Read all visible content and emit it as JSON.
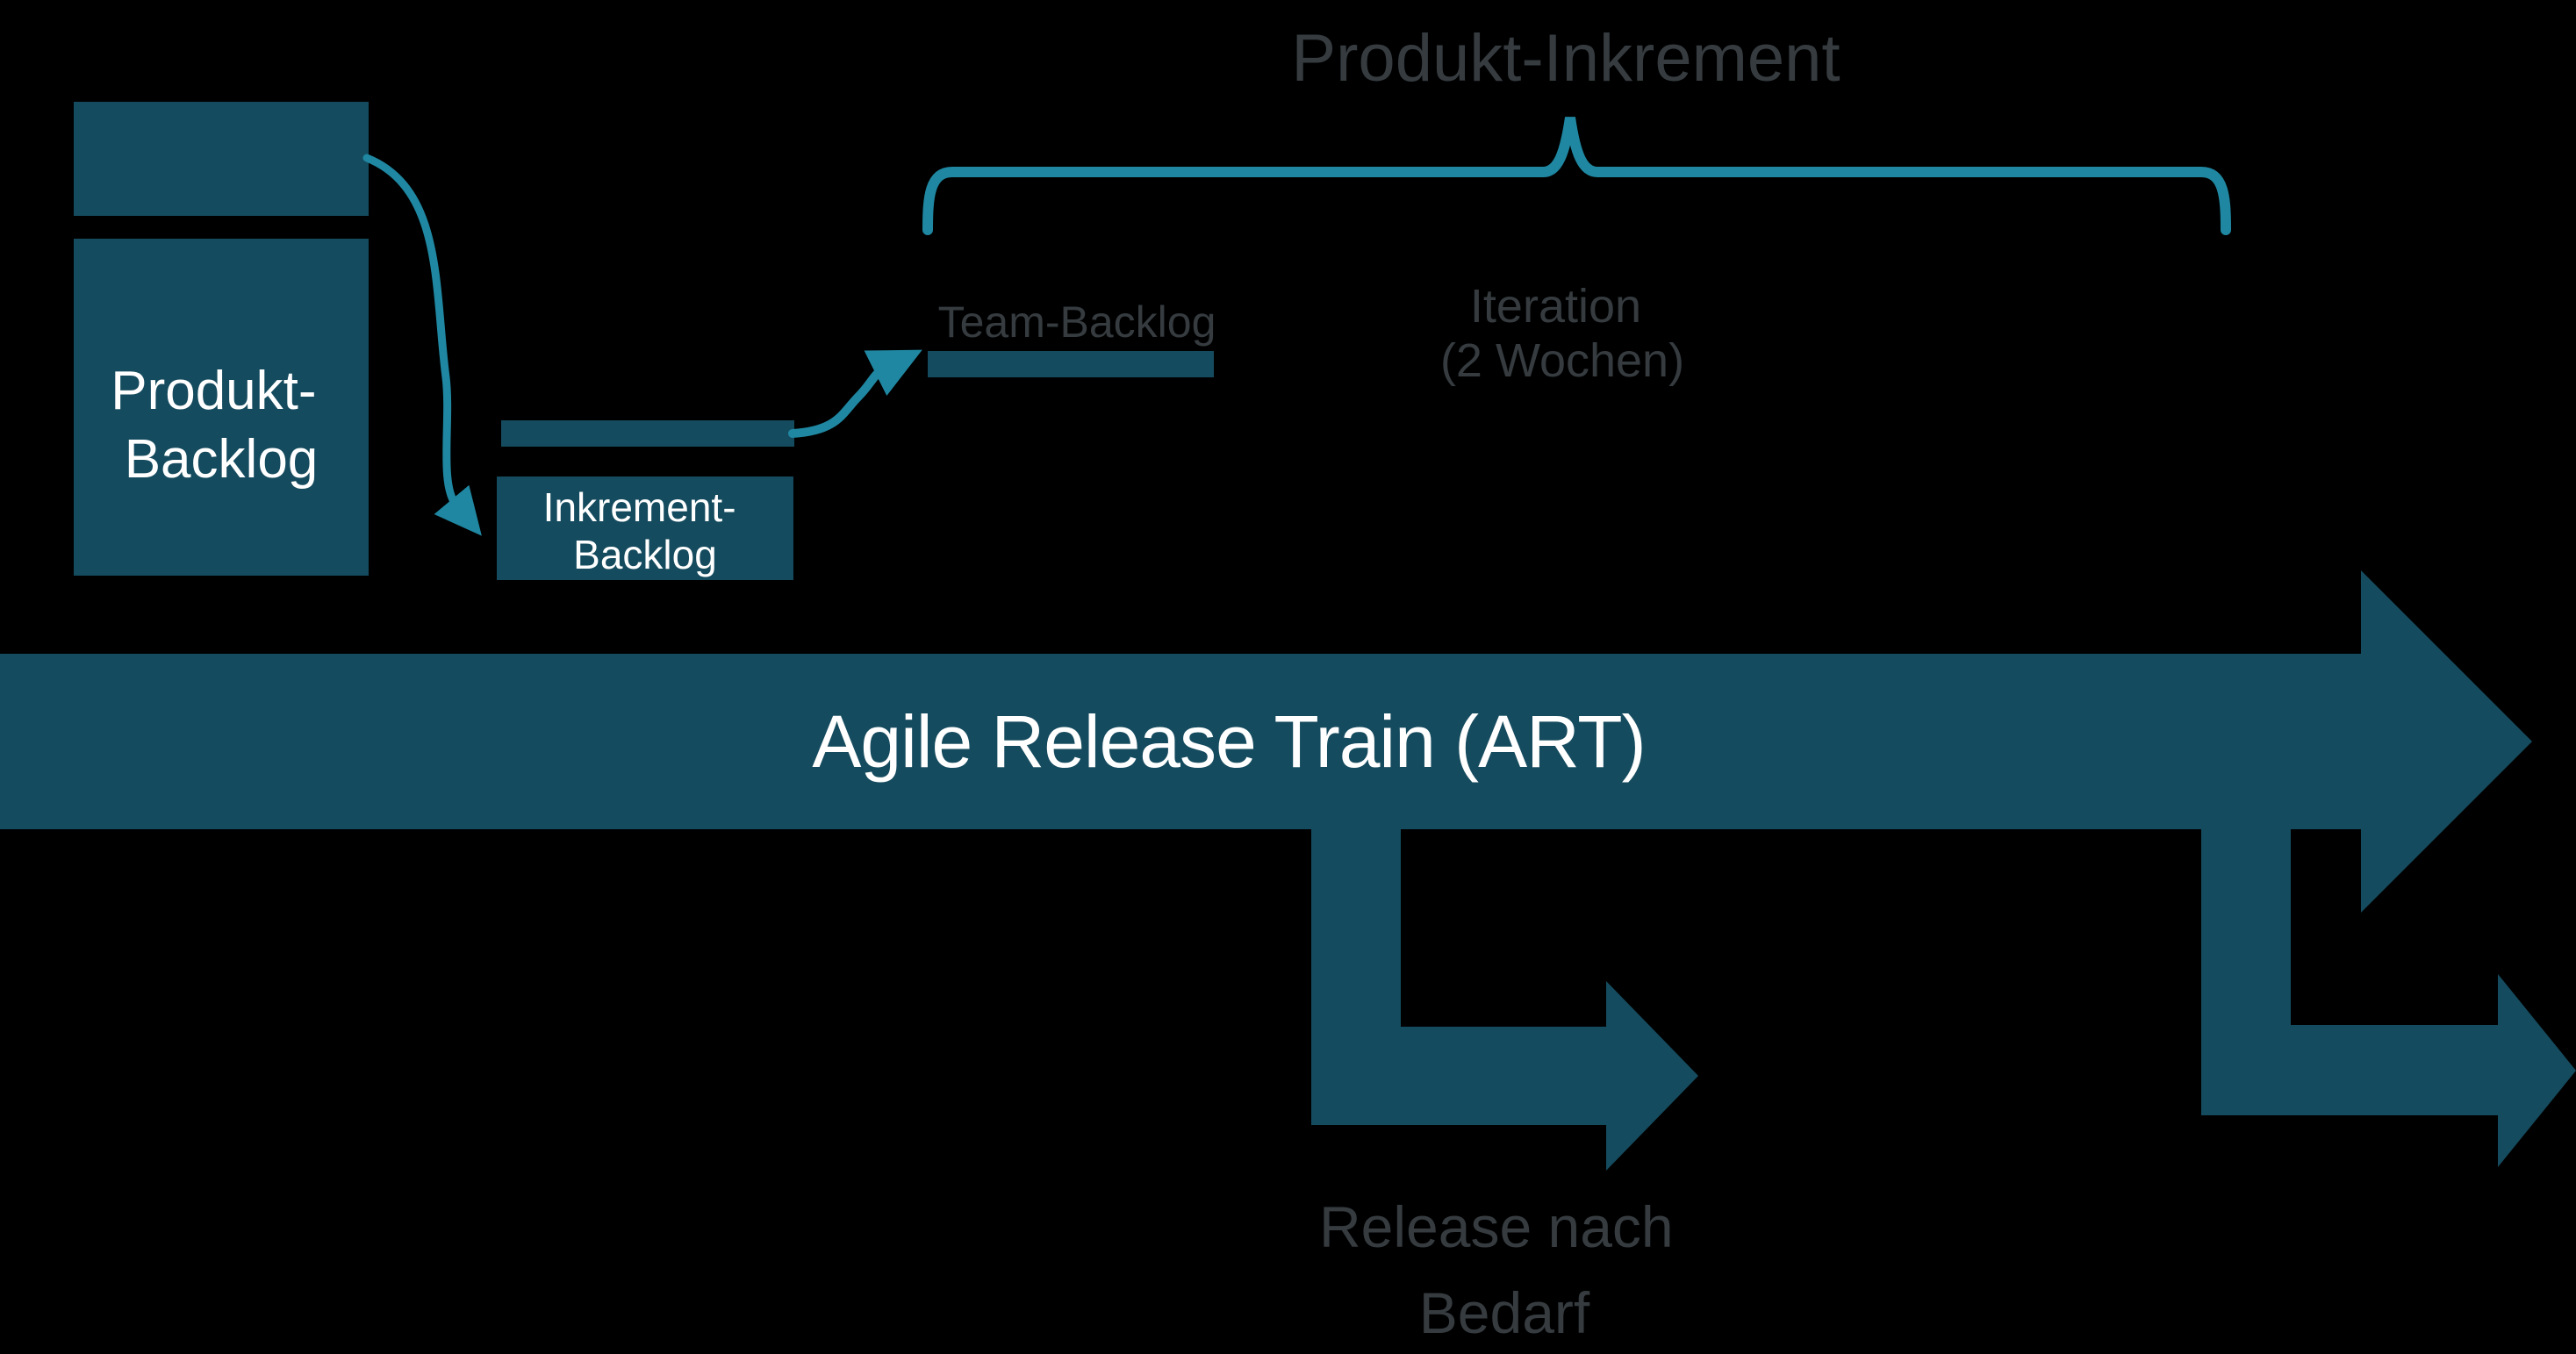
{
  "colors": {
    "background": "#000000",
    "shape_fill": "#154B5E",
    "connector": "#1F87A1",
    "muted_text": "#353B3F",
    "light_text": "#FFFFFF"
  },
  "labels": {
    "produkt_inkrement_title": "Produkt-Inkrement",
    "produkt_backlog": {
      "line1": "Produkt-",
      "line2": "Backlog"
    },
    "inkrement_backlog": {
      "line1": "Inkrement-",
      "line2": "Backlog"
    },
    "team_backlog": "Team-Backlog",
    "iteration": {
      "line1": "Iteration",
      "line2": "(2 Wochen)"
    },
    "art_band": "Agile Release Train (ART)",
    "release": {
      "line1": "Release nach",
      "line2": "Bedarf"
    }
  }
}
